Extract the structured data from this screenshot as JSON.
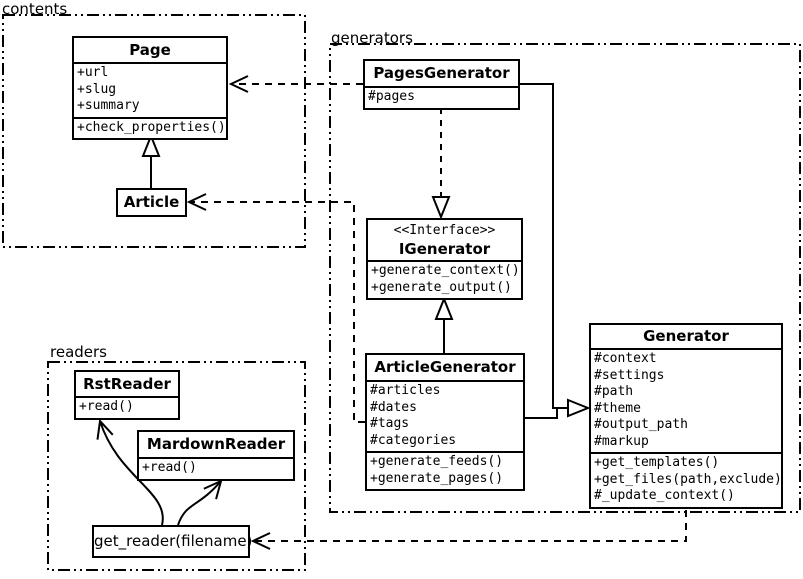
{
  "packages": {
    "contents": {
      "label": "contents"
    },
    "generators": {
      "label": "generators"
    },
    "readers": {
      "label": "readers"
    }
  },
  "classes": {
    "page": {
      "name": "Page",
      "attributes": [
        "+url",
        "+slug",
        "+summary"
      ],
      "methods": [
        "+check_properties()"
      ]
    },
    "article": {
      "name": "Article"
    },
    "pages_generator": {
      "name": "PagesGenerator",
      "attributes": [
        "#pages"
      ]
    },
    "igenerator": {
      "stereotype": "<<Interface>>",
      "name": "IGenerator",
      "methods": [
        "+generate_context()",
        "+generate_output()"
      ]
    },
    "article_generator": {
      "name": "ArticleGenerator",
      "attributes": [
        "#articles",
        "#dates",
        "#tags",
        "#categories"
      ],
      "methods": [
        "+generate_feeds()",
        "+generate_pages()"
      ]
    },
    "generator": {
      "name": "Generator",
      "attributes": [
        "#context",
        "#settings",
        "#path",
        "#theme",
        "#output_path",
        "#markup"
      ],
      "methods": [
        "+get_templates()",
        "+get_files(path,exclude)",
        "#_update_context()"
      ]
    },
    "rst_reader": {
      "name": "RstReader",
      "methods": [
        "+read()"
      ]
    },
    "mardown_reader": {
      "name": "MardownReader",
      "methods": [
        "+read()"
      ]
    },
    "get_reader": {
      "name": "get_reader(filename)"
    }
  },
  "relationships": [
    {
      "from": "Article",
      "to": "Page",
      "type": "inheritance"
    },
    {
      "from": "PagesGenerator",
      "to": "IGenerator",
      "type": "realization"
    },
    {
      "from": "ArticleGenerator",
      "to": "IGenerator",
      "type": "inheritance"
    },
    {
      "from": "PagesGenerator",
      "to": "Generator",
      "type": "inheritance"
    },
    {
      "from": "ArticleGenerator",
      "to": "Generator",
      "type": "inheritance"
    },
    {
      "from": "PagesGenerator",
      "to": "Page",
      "type": "dependency"
    },
    {
      "from": "ArticleGenerator",
      "to": "Article",
      "type": "dependency"
    },
    {
      "from": "Generator",
      "to": "get_reader(filename)",
      "type": "dependency"
    },
    {
      "from": "get_reader(filename)",
      "to": "RstReader",
      "type": "association"
    },
    {
      "from": "get_reader(filename)",
      "to": "MardownReader",
      "type": "association"
    }
  ],
  "colors": {
    "line": "#000000",
    "background": "#ffffff",
    "box_fill": "#ffffff"
  }
}
